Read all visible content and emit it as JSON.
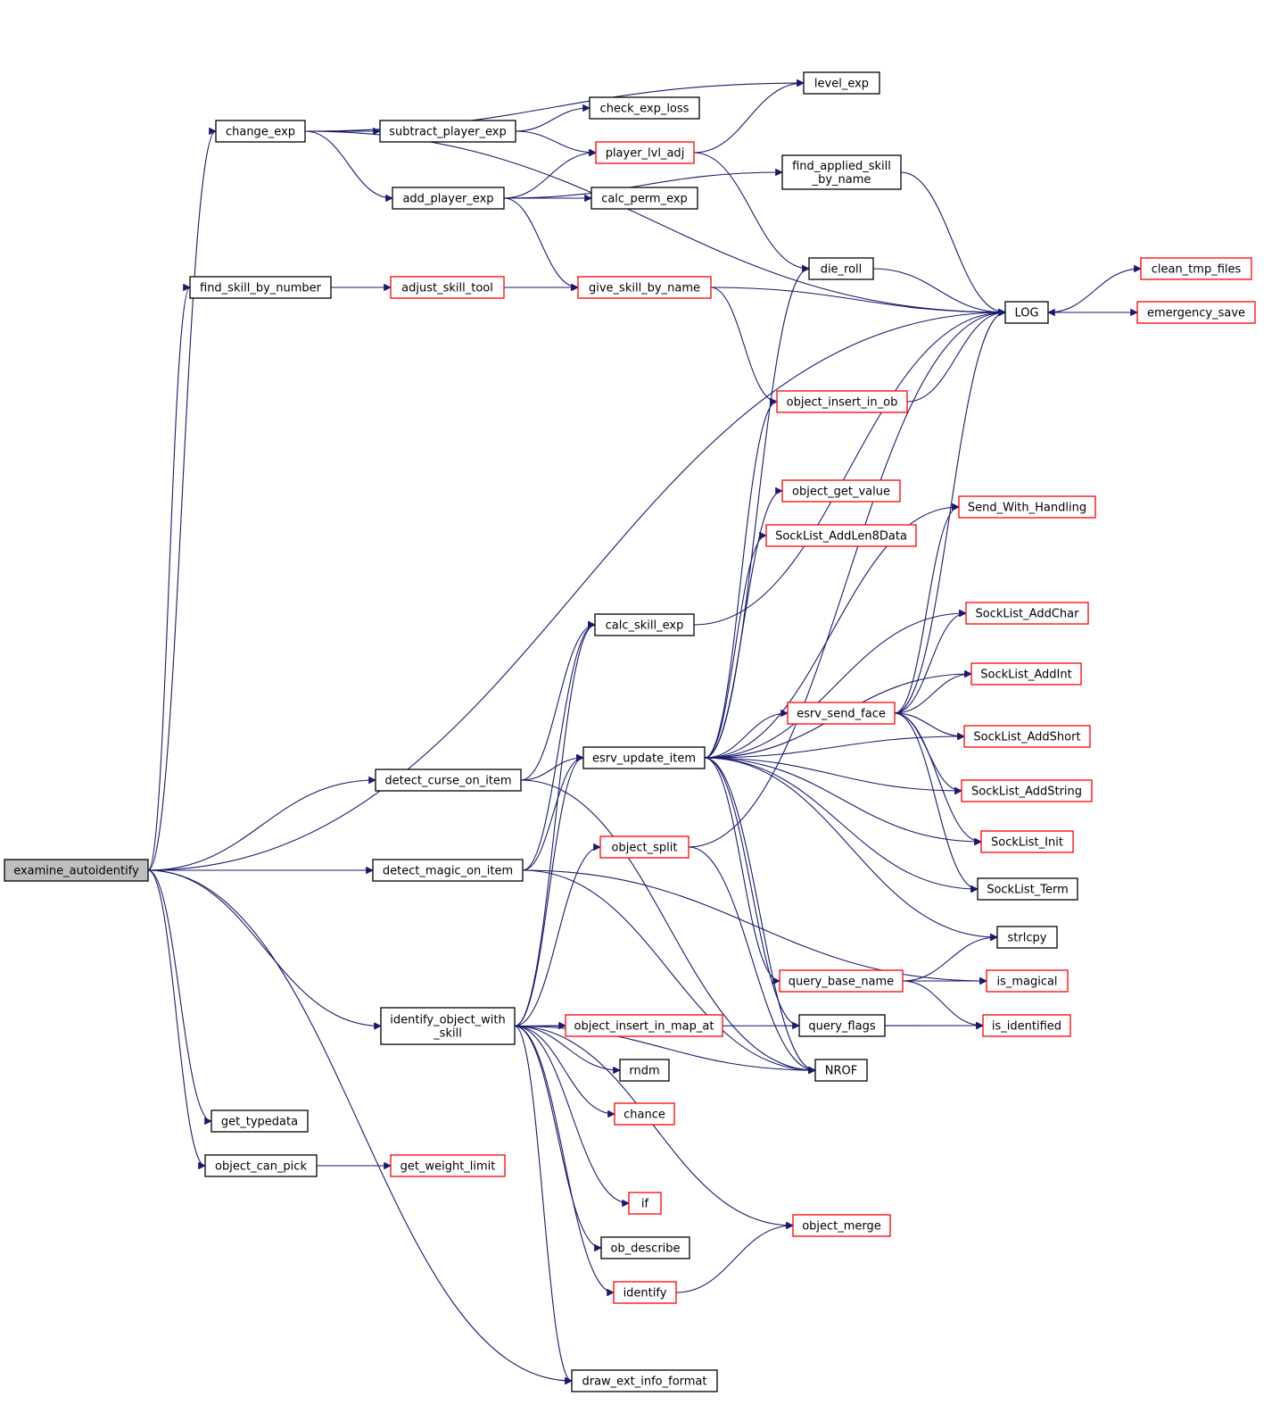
{
  "colors": {
    "edge": "#191970",
    "normal_border": "#000000",
    "truncated_border": "#ff0000",
    "root_fill": "#bfbfbf",
    "node_fill": "#ffffff"
  },
  "nodes": {
    "examine_autoidentify": {
      "label": [
        "examine_autoidentify"
      ],
      "style": "root"
    },
    "change_exp": {
      "label": [
        "change_exp"
      ],
      "style": "normal"
    },
    "subtract_player_exp": {
      "label": [
        "subtract_player_exp"
      ],
      "style": "normal"
    },
    "add_player_exp": {
      "label": [
        "add_player_exp"
      ],
      "style": "normal"
    },
    "level_exp": {
      "label": [
        "level_exp"
      ],
      "style": "normal"
    },
    "check_exp_loss": {
      "label": [
        "check_exp_loss"
      ],
      "style": "normal"
    },
    "player_lvl_adj": {
      "label": [
        "player_lvl_adj"
      ],
      "style": "truncated"
    },
    "calc_perm_exp": {
      "label": [
        "calc_perm_exp"
      ],
      "style": "normal"
    },
    "find_applied_skill_by_name": {
      "label": [
        "find_applied_skill",
        "_by_name"
      ],
      "style": "normal"
    },
    "find_skill_by_number": {
      "label": [
        "find_skill_by_number"
      ],
      "style": "normal"
    },
    "adjust_skill_tool": {
      "label": [
        "adjust_skill_tool"
      ],
      "style": "truncated"
    },
    "give_skill_by_name": {
      "label": [
        "give_skill_by_name"
      ],
      "style": "truncated"
    },
    "die_roll": {
      "label": [
        "die_roll"
      ],
      "style": "normal"
    },
    "LOG": {
      "label": [
        "LOG"
      ],
      "style": "normal"
    },
    "clean_tmp_files": {
      "label": [
        "clean_tmp_files"
      ],
      "style": "truncated"
    },
    "emergency_save": {
      "label": [
        "emergency_save"
      ],
      "style": "truncated"
    },
    "object_insert_in_ob": {
      "label": [
        "object_insert_in_ob"
      ],
      "style": "truncated"
    },
    "object_get_value": {
      "label": [
        "object_get_value"
      ],
      "style": "truncated"
    },
    "Send_With_Handling": {
      "label": [
        "Send_With_Handling"
      ],
      "style": "truncated"
    },
    "SockList_AddLen8Data": {
      "label": [
        "SockList_AddLen8Data"
      ],
      "style": "truncated"
    },
    "calc_skill_exp": {
      "label": [
        "calc_skill_exp"
      ],
      "style": "normal"
    },
    "SockList_AddChar": {
      "label": [
        "SockList_AddChar"
      ],
      "style": "truncated"
    },
    "SockList_AddInt": {
      "label": [
        "SockList_AddInt"
      ],
      "style": "truncated"
    },
    "esrv_send_face": {
      "label": [
        "esrv_send_face"
      ],
      "style": "truncated"
    },
    "SockList_AddShort": {
      "label": [
        "SockList_AddShort"
      ],
      "style": "truncated"
    },
    "esrv_update_item": {
      "label": [
        "esrv_update_item"
      ],
      "style": "normal"
    },
    "detect_curse_on_item": {
      "label": [
        "detect_curse_on_item"
      ],
      "style": "normal"
    },
    "SockList_AddString": {
      "label": [
        "SockList_AddString"
      ],
      "style": "truncated"
    },
    "SockList_Init": {
      "label": [
        "SockList_Init"
      ],
      "style": "truncated"
    },
    "object_split": {
      "label": [
        "object_split"
      ],
      "style": "truncated"
    },
    "detect_magic_on_item": {
      "label": [
        "detect_magic_on_item"
      ],
      "style": "normal"
    },
    "SockList_Term": {
      "label": [
        "SockList_Term"
      ],
      "style": "normal"
    },
    "strlcpy": {
      "label": [
        "strlcpy"
      ],
      "style": "normal"
    },
    "query_base_name": {
      "label": [
        "query_base_name"
      ],
      "style": "truncated"
    },
    "is_magical": {
      "label": [
        "is_magical"
      ],
      "style": "truncated"
    },
    "identify_object_with_skill": {
      "label": [
        "identify_object_with",
        "_skill"
      ],
      "style": "normal"
    },
    "object_insert_in_map_at": {
      "label": [
        "object_insert_in_map_at"
      ],
      "style": "truncated"
    },
    "query_flags": {
      "label": [
        "query_flags"
      ],
      "style": "normal"
    },
    "is_identified": {
      "label": [
        "is_identified"
      ],
      "style": "truncated"
    },
    "NROF": {
      "label": [
        "NROF"
      ],
      "style": "normal"
    },
    "rndm": {
      "label": [
        "rndm"
      ],
      "style": "normal"
    },
    "chance": {
      "label": [
        "chance"
      ],
      "style": "truncated"
    },
    "get_typedata": {
      "label": [
        "get_typedata"
      ],
      "style": "normal"
    },
    "object_can_pick": {
      "label": [
        "object_can_pick"
      ],
      "style": "normal"
    },
    "get_weight_limit": {
      "label": [
        "get_weight_limit"
      ],
      "style": "truncated"
    },
    "if": {
      "label": [
        "if"
      ],
      "style": "truncated"
    },
    "object_merge": {
      "label": [
        "object_merge"
      ],
      "style": "truncated"
    },
    "ob_describe": {
      "label": [
        "ob_describe"
      ],
      "style": "normal"
    },
    "identify": {
      "label": [
        "identify"
      ],
      "style": "truncated"
    },
    "draw_ext_info_format": {
      "label": [
        "draw_ext_info_format"
      ],
      "style": "normal"
    }
  },
  "edges": [
    [
      "examine_autoidentify",
      "change_exp"
    ],
    [
      "examine_autoidentify",
      "find_skill_by_number"
    ],
    [
      "examine_autoidentify",
      "LOG"
    ],
    [
      "examine_autoidentify",
      "detect_curse_on_item"
    ],
    [
      "examine_autoidentify",
      "detect_magic_on_item"
    ],
    [
      "examine_autoidentify",
      "identify_object_with_skill"
    ],
    [
      "examine_autoidentify",
      "get_typedata"
    ],
    [
      "examine_autoidentify",
      "object_can_pick"
    ],
    [
      "examine_autoidentify",
      "draw_ext_info_format"
    ],
    [
      "change_exp",
      "subtract_player_exp"
    ],
    [
      "change_exp",
      "add_player_exp"
    ],
    [
      "change_exp",
      "level_exp"
    ],
    [
      "change_exp",
      "LOG"
    ],
    [
      "subtract_player_exp",
      "check_exp_loss"
    ],
    [
      "subtract_player_exp",
      "player_lvl_adj"
    ],
    [
      "add_player_exp",
      "player_lvl_adj"
    ],
    [
      "add_player_exp",
      "calc_perm_exp"
    ],
    [
      "add_player_exp",
      "find_applied_skill_by_name"
    ],
    [
      "add_player_exp",
      "give_skill_by_name"
    ],
    [
      "player_lvl_adj",
      "level_exp"
    ],
    [
      "player_lvl_adj",
      "die_roll"
    ],
    [
      "find_applied_skill_by_name",
      "LOG"
    ],
    [
      "find_skill_by_number",
      "adjust_skill_tool"
    ],
    [
      "adjust_skill_tool",
      "give_skill_by_name"
    ],
    [
      "give_skill_by_name",
      "LOG"
    ],
    [
      "give_skill_by_name",
      "object_insert_in_ob"
    ],
    [
      "die_roll",
      "LOG"
    ],
    [
      "LOG",
      "clean_tmp_files"
    ],
    [
      "LOG",
      "emergency_save"
    ],
    [
      "emergency_save",
      "LOG"
    ],
    [
      "object_insert_in_ob",
      "LOG"
    ],
    [
      "calc_skill_exp",
      "LOG"
    ],
    [
      "detect_curse_on_item",
      "calc_skill_exp"
    ],
    [
      "detect_curse_on_item",
      "esrv_update_item"
    ],
    [
      "detect_curse_on_item",
      "NROF"
    ],
    [
      "detect_magic_on_item",
      "calc_skill_exp"
    ],
    [
      "detect_magic_on_item",
      "esrv_update_item"
    ],
    [
      "detect_magic_on_item",
      "NROF"
    ],
    [
      "detect_magic_on_item",
      "is_magical"
    ],
    [
      "esrv_update_item",
      "die_roll"
    ],
    [
      "esrv_update_item",
      "object_insert_in_ob"
    ],
    [
      "esrv_update_item",
      "object_get_value"
    ],
    [
      "esrv_update_item",
      "SockList_AddLen8Data"
    ],
    [
      "esrv_update_item",
      "SockList_AddChar"
    ],
    [
      "esrv_update_item",
      "SockList_AddInt"
    ],
    [
      "esrv_update_item",
      "esrv_send_face"
    ],
    [
      "esrv_update_item",
      "SockList_AddShort"
    ],
    [
      "esrv_update_item",
      "SockList_AddString"
    ],
    [
      "esrv_update_item",
      "SockList_Init"
    ],
    [
      "esrv_update_item",
      "SockList_Term"
    ],
    [
      "esrv_update_item",
      "strlcpy"
    ],
    [
      "esrv_update_item",
      "query_base_name"
    ],
    [
      "esrv_update_item",
      "query_flags"
    ],
    [
      "esrv_update_item",
      "NROF"
    ],
    [
      "esrv_update_item",
      "Send_With_Handling"
    ],
    [
      "esrv_send_face",
      "LOG"
    ],
    [
      "esrv_send_face",
      "Send_With_Handling"
    ],
    [
      "esrv_send_face",
      "SockList_AddChar"
    ],
    [
      "esrv_send_face",
      "SockList_AddInt"
    ],
    [
      "esrv_send_face",
      "SockList_AddShort"
    ],
    [
      "esrv_send_face",
      "SockList_AddString"
    ],
    [
      "esrv_send_face",
      "SockList_Init"
    ],
    [
      "esrv_send_face",
      "SockList_Term"
    ],
    [
      "object_split",
      "LOG"
    ],
    [
      "object_split",
      "NROF"
    ],
    [
      "query_base_name",
      "strlcpy"
    ],
    [
      "query_base_name",
      "is_magical"
    ],
    [
      "query_base_name",
      "is_identified"
    ],
    [
      "query_flags",
      "is_identified"
    ],
    [
      "identify_object_with_skill",
      "calc_skill_exp"
    ],
    [
      "identify_object_with_skill",
      "esrv_update_item"
    ],
    [
      "identify_object_with_skill",
      "object_split"
    ],
    [
      "identify_object_with_skill",
      "object_insert_in_map_at"
    ],
    [
      "identify_object_with_skill",
      "rndm"
    ],
    [
      "identify_object_with_skill",
      "chance"
    ],
    [
      "identify_object_with_skill",
      "if"
    ],
    [
      "identify_object_with_skill",
      "ob_describe"
    ],
    [
      "identify_object_with_skill",
      "identify"
    ],
    [
      "identify_object_with_skill",
      "object_merge"
    ],
    [
      "identify_object_with_skill",
      "NROF"
    ],
    [
      "identify_object_with_skill",
      "is_identified"
    ],
    [
      "identify_object_with_skill",
      "draw_ext_info_format"
    ],
    [
      "identify",
      "object_merge"
    ],
    [
      "object_can_pick",
      "get_weight_limit"
    ]
  ]
}
